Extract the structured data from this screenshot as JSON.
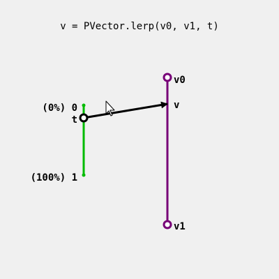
{
  "title": "v = PVector.lerp(v0, v1, t)",
  "slider": {
    "top_label": "(0%) 0",
    "bottom_label": "(100%) 1",
    "handle_label": "t",
    "value": 0.18,
    "color": "#00bb00"
  },
  "segment": {
    "start_label": "v0",
    "end_label": "v1",
    "color": "#770077"
  },
  "result": {
    "label": "v",
    "color": "#000000"
  },
  "icons": {
    "cursor": "mouse-pointer-icon"
  }
}
